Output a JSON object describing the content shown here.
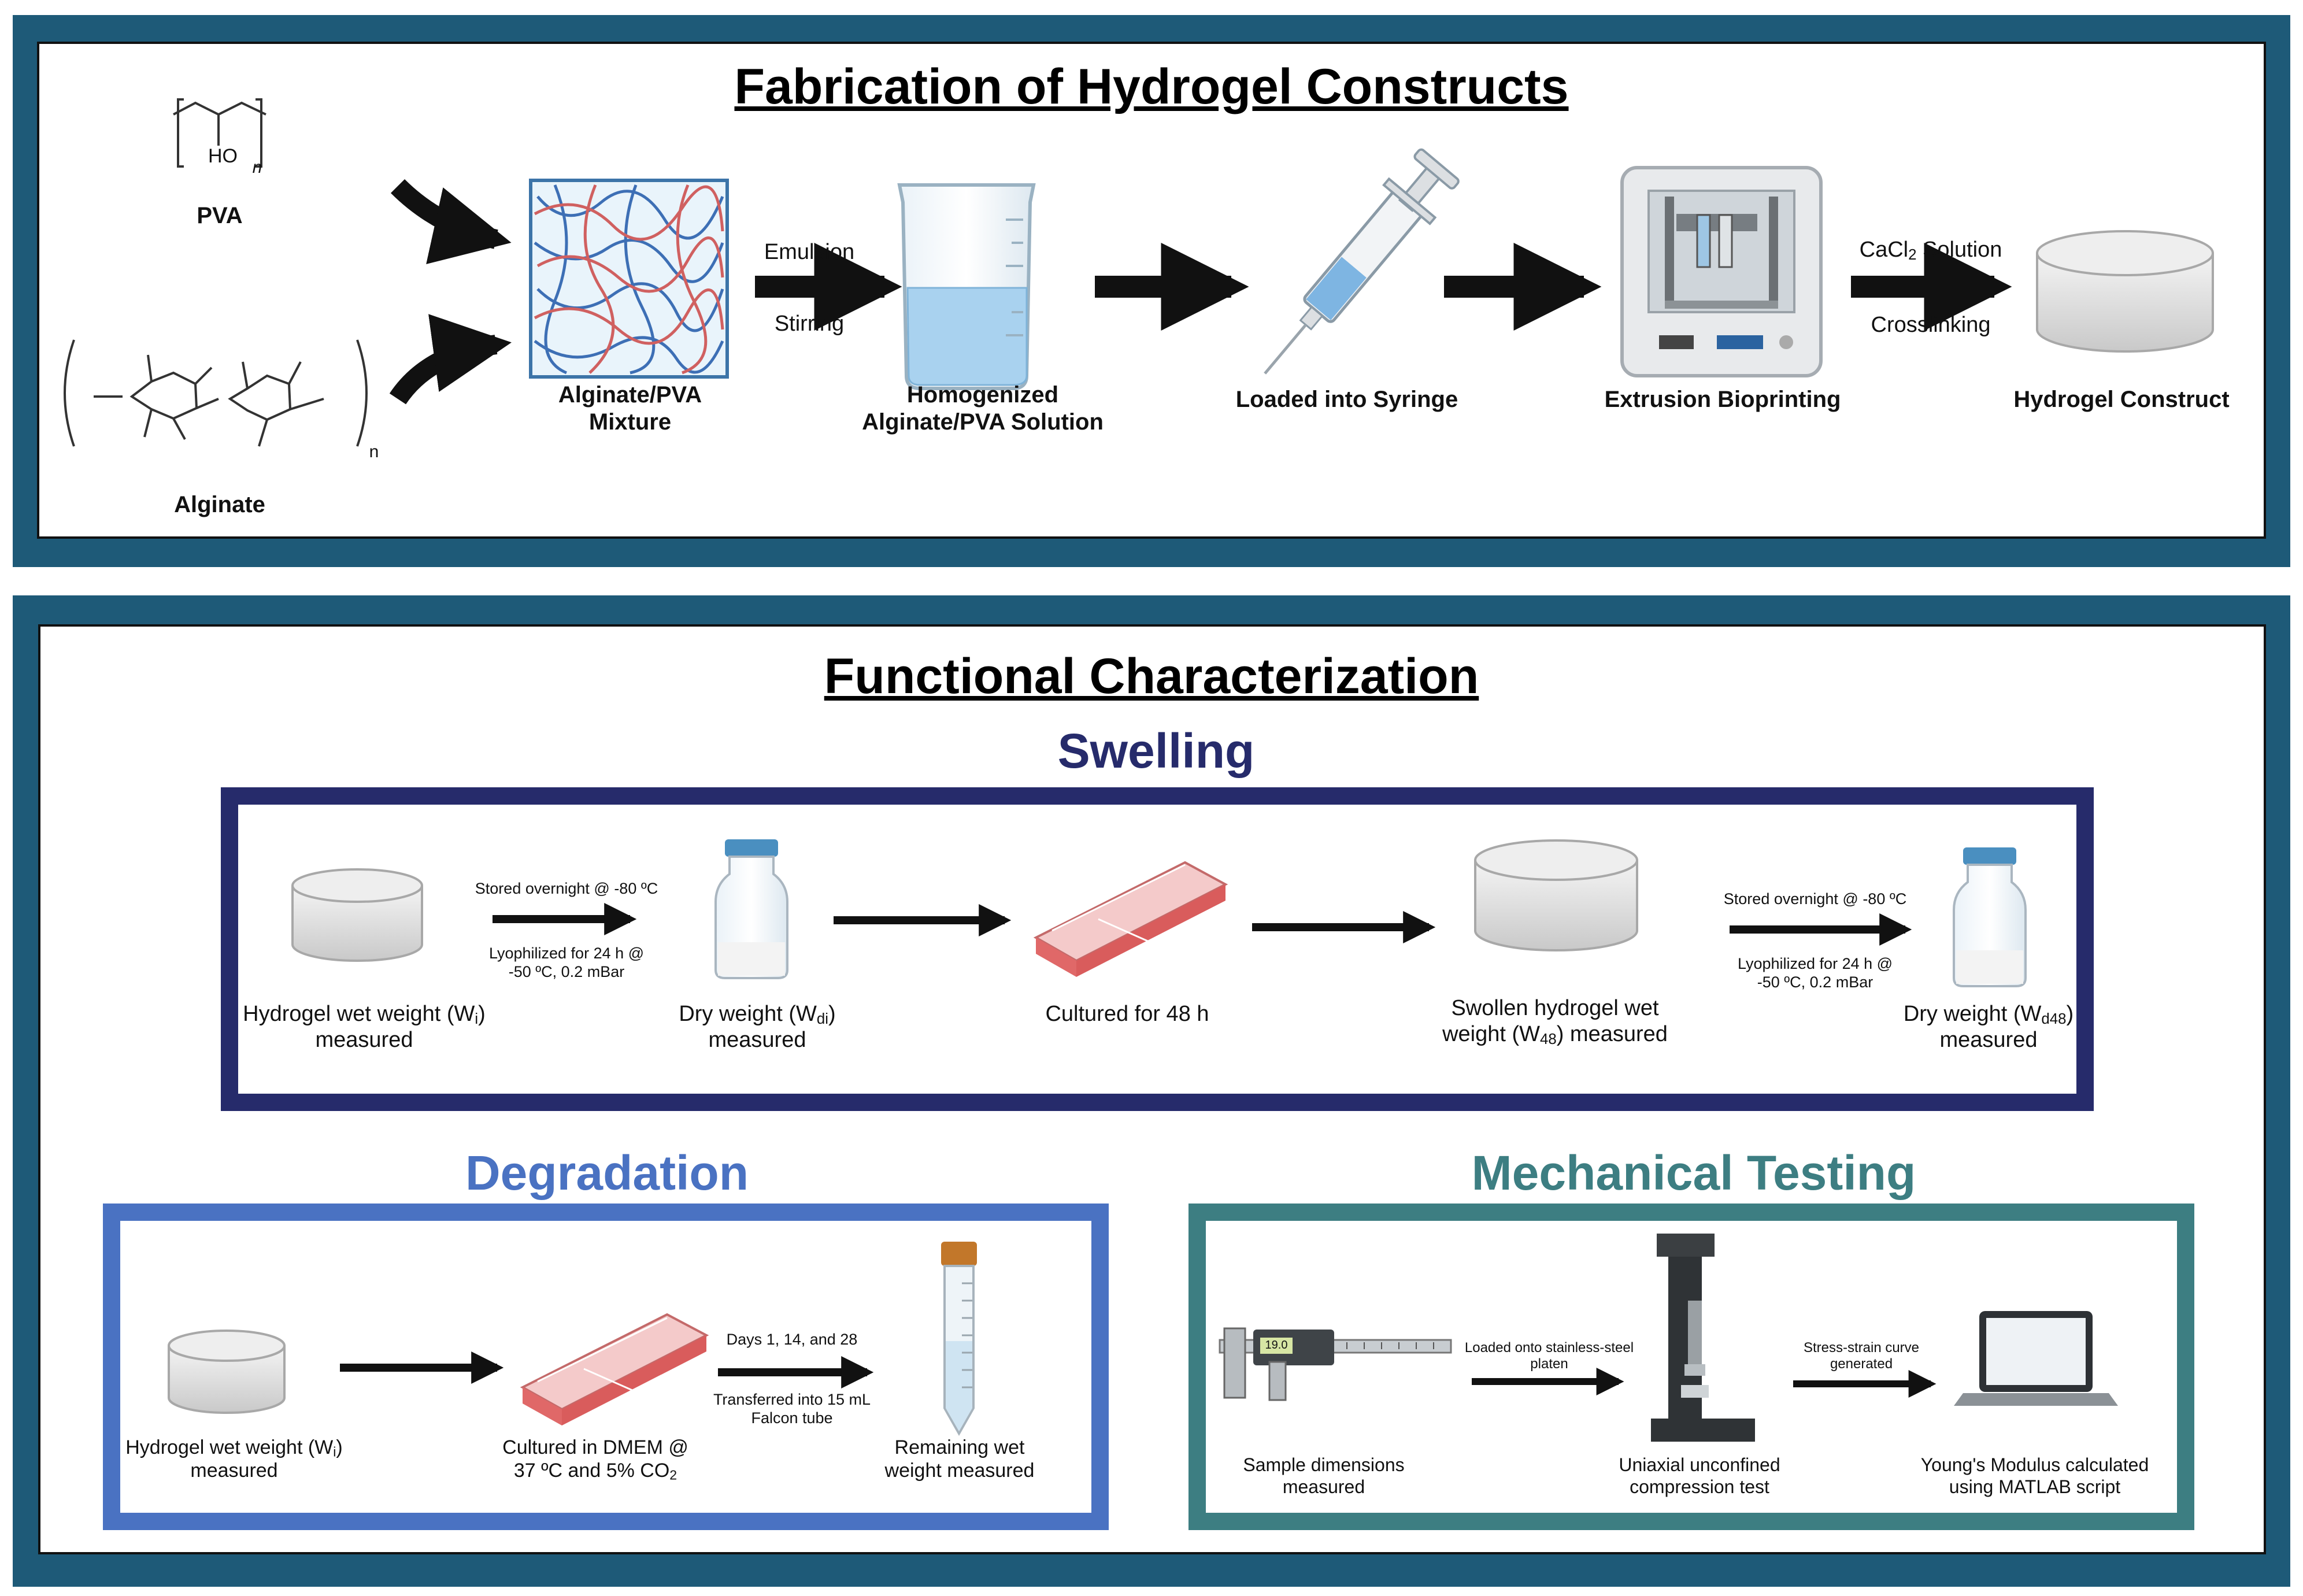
{
  "colors": {
    "frame_dark": "#1e5a78",
    "swelling": "#262b6b",
    "degradation": "#4a72c2",
    "mechanical": "#3d7e82",
    "arrow": "#111111",
    "tube_cap": "#c2772a",
    "vial_cap": "#4a8fc0",
    "flask_red": "#e06868"
  },
  "fabrication": {
    "title": "Fabrication of Hydrogel Constructs",
    "pva_label": "PVA",
    "pva_formula_ho": "HO",
    "pva_formula_n": "n",
    "alginate_label": "Alginate",
    "alginate_n": "n",
    "mixture_label_1": "Alginate/PVA",
    "mixture_label_2": "Mixture",
    "step1_top": "Emulsion",
    "step1_bottom": "Stirring",
    "solution_label_1": "Homogenized",
    "solution_label_2": "Alginate/PVA Solution",
    "syringe_label": "Loaded into Syringe",
    "printer_label": "Extrusion Bioprinting",
    "step4_top_1": "CaCl",
    "step4_top_sub": "2",
    "step4_top_2": " Solution",
    "step4_bottom": "Crosslinking",
    "construct_label": "Hydrogel Construct"
  },
  "functional": {
    "title": "Functional Characterization",
    "swelling": {
      "title": "Swelling",
      "wet_1": "Hydrogel wet weight (W",
      "wet_sub": "i",
      "wet_2": ")",
      "wet_3": "measured",
      "arrow1_top": "Stored overnight @ -80 ºC",
      "arrow1_bottom_1": "Lyophilized for 24 h @",
      "arrow1_bottom_2": "-50 ºC, 0.2 mBar",
      "dry_1": "Dry weight (W",
      "dry_sub": "di",
      "dry_2": ")",
      "dry_3": "measured",
      "cultured": "Cultured for 48 h",
      "swollen_1": "Swollen hydrogel wet",
      "swollen_2": "weight (W",
      "swollen_sub": "48",
      "swollen_3": ") measured",
      "arrow2_top": "Stored overnight @ -80 ºC",
      "arrow2_bottom_1": "Lyophilized for 24 h @",
      "arrow2_bottom_2": "-50 ºC, 0.2 mBar",
      "dry48_1": "Dry weight (W",
      "dry48_sub": "d48",
      "dry48_2": ")",
      "dry48_3": "measured"
    },
    "degradation": {
      "title": "Degradation",
      "wet_1": "Hydrogel wet weight (W",
      "wet_sub": "i",
      "wet_2": ")",
      "wet_3": "measured",
      "cultured_1": "Cultured in DMEM @",
      "cultured_2": "37 ºC and 5% CO",
      "cultured_sub": "2",
      "arrow_top": "Days 1, 14, and 28",
      "arrow_bottom_1": "Transferred into 15 mL",
      "arrow_bottom_2": "Falcon tube",
      "remaining_1": "Remaining wet",
      "remaining_2": "weight measured"
    },
    "mechanical": {
      "title": "Mechanical Testing",
      "caliper_readout": "19.0",
      "sample_1": "Sample dimensions",
      "sample_2": "measured",
      "arrow1_top_1": "Loaded onto stainless-steel",
      "arrow1_top_2": "platen",
      "uniaxial_1": "Uniaxial unconfined",
      "uniaxial_2": "compression test",
      "arrow2_top_1": "Stress-strain curve",
      "arrow2_top_2": "generated",
      "youngs_1": "Young's Modulus calculated",
      "youngs_2": "using MATLAB script"
    }
  }
}
